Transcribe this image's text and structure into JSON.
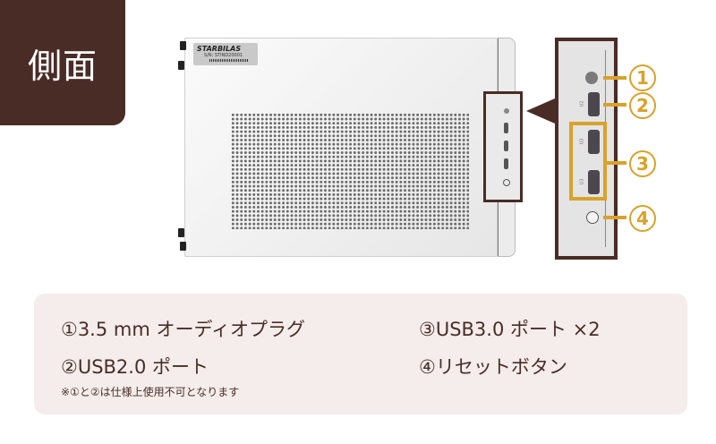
{
  "header": {
    "title": "側面"
  },
  "device": {
    "brand": "STARBILAS",
    "serial": "S/N: STIND20001"
  },
  "ports": {
    "callouts": [
      "1",
      "2",
      "3",
      "4"
    ],
    "port_labels": [
      "U2",
      "U3",
      "U3"
    ]
  },
  "legend": {
    "items": [
      "①3.5 mm オーディオプラグ",
      "②USB2.0 ポート",
      "③USB3.0 ポート ×2",
      "④リセットボタン"
    ],
    "note": "※①と②は仕様上使用不可となります"
  },
  "colors": {
    "brand": "#4a2c26",
    "accent": "#d9a22a",
    "panel": "#f4edeb"
  }
}
